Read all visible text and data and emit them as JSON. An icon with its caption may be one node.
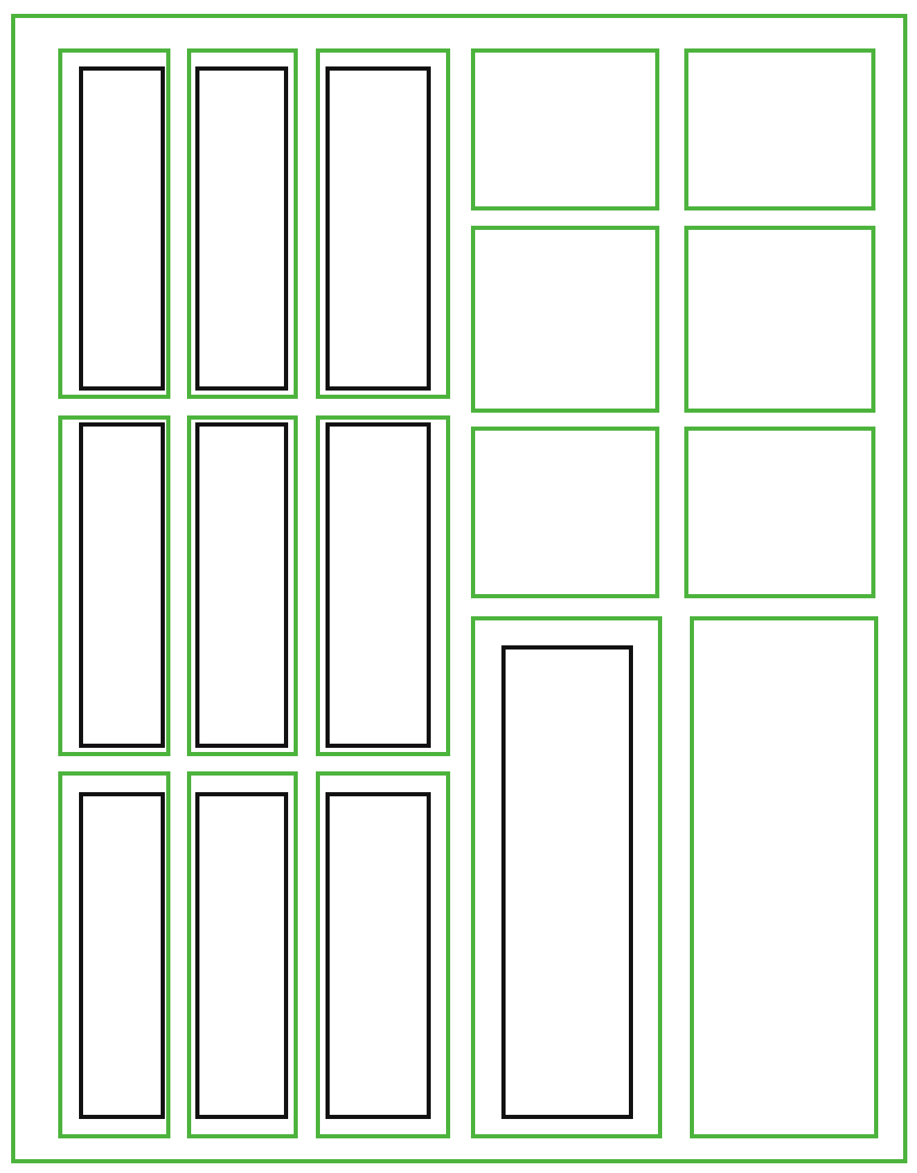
{
  "diagram": {
    "nodes": [
      {
        "text": [],
        "shape": "box"
      },
      {
        "text": [],
        "shape": "box",
        "in": 0
      },
      {
        "text": [],
        "shape": "box",
        "in": 1
      },
      {
        "text": [],
        "shape": "box",
        "in": 0
      },
      {
        "text": [],
        "shape": "box",
        "in": 3
      },
      {
        "text": [],
        "shape": "box",
        "in": 0
      },
      {
        "text": [],
        "shape": "box",
        "in": 5
      },
      {
        "text": [],
        "shape": "box",
        "in": 0
      },
      {
        "text": [],
        "shape": "box",
        "in": 7
      },
      {
        "text": [],
        "shape": "box",
        "in": 0
      },
      {
        "text": [],
        "shape": "box",
        "in": 9
      },
      {
        "text": [],
        "shape": "box",
        "in": 0
      },
      {
        "text": [],
        "shape": "box",
        "in": 11
      },
      {
        "text": [],
        "shape": "box",
        "in": 0
      },
      {
        "text": [],
        "shape": "box",
        "in": 13
      },
      {
        "text": [],
        "shape": "box",
        "in": 0
      },
      {
        "text": [],
        "shape": "box",
        "in": 15
      },
      {
        "text": [],
        "shape": "box",
        "in": 0
      },
      {
        "text": [],
        "shape": "box",
        "in": 17
      },
      {
        "text": [],
        "shape": "box",
        "in": 0
      },
      {
        "text": [],
        "shape": "box",
        "in": 0
      },
      {
        "text": [],
        "shape": "box",
        "in": 0
      },
      {
        "text": [],
        "shape": "box",
        "in": 0
      },
      {
        "text": [],
        "shape": "box",
        "in": 0
      },
      {
        "text": [],
        "shape": "box",
        "in": 0
      },
      {
        "text": [],
        "shape": "box",
        "in": 0
      },
      {
        "text": [],
        "shape": "box",
        "in": 25
      },
      {
        "text": [],
        "shape": "box",
        "in": 0
      }
    ]
  }
}
